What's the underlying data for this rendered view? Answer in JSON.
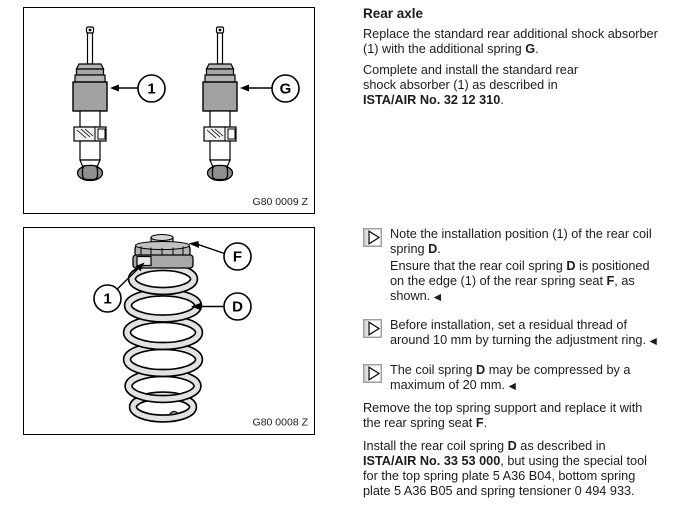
{
  "figures": {
    "fig1": {
      "caption": "G80 0009 Z",
      "label1": "1",
      "labelG": "G",
      "icon1": "shock-absorber-illustration",
      "icon2": "shock-absorber-illustration"
    },
    "fig2": {
      "caption": "G80 0008 Z",
      "labelF": "F",
      "label1": "1",
      "labelD": "D",
      "icon": "coil-spring-illustration"
    }
  },
  "icons": {
    "note": "instruction-arrow-icon"
  },
  "colors": {
    "line": "#000000",
    "sleeve_gray": "#a2a2a2",
    "spring_gray": "#e2e2e2",
    "text": "#1c1c1c"
  },
  "text": {
    "heading": "Rear axle",
    "para1": [
      {
        "t": "Replace the standard rear additional shock absorber"
      },
      {
        "br": true
      },
      {
        "t": "(1) with the additional spring "
      },
      {
        "t": "G",
        "b": true
      },
      {
        "t": "."
      }
    ],
    "para2": [
      {
        "t": "Complete and install the standard rear"
      },
      {
        "br": true
      },
      {
        "t": "shock absorber (1) as described in"
      },
      {
        "br": true
      },
      {
        "t": "ISTA/AIR No. 32 12 310",
        "b": true
      },
      {
        "t": "."
      }
    ],
    "note1": [
      {
        "t": "Note the installation position (1) of the rear coil"
      },
      {
        "br": true
      },
      {
        "t": "spring "
      },
      {
        "t": "D",
        "b": true
      },
      {
        "t": "."
      }
    ],
    "note1_sub": [
      {
        "t": "Ensure that the rear coil spring "
      },
      {
        "t": "D",
        "b": true
      },
      {
        "t": " is positioned"
      },
      {
        "br": true
      },
      {
        "t": "on the edge (1) of the rear spring seat "
      },
      {
        "t": "F",
        "b": true
      },
      {
        "t": ", as"
      },
      {
        "br": true
      },
      {
        "t": "shown. "
      },
      {
        "t": "◀",
        "c": "tri"
      }
    ],
    "note2": [
      {
        "t": "Before installation, set a residual thread of"
      },
      {
        "br": true
      },
      {
        "t": "around 10 mm by turning the adjustment ring. "
      },
      {
        "t": "◀",
        "c": "tri"
      }
    ],
    "note3": [
      {
        "t": "The coil spring "
      },
      {
        "t": "D",
        "b": true
      },
      {
        "t": " may be compressed by a"
      },
      {
        "br": true
      },
      {
        "t": "maximum of 20 mm. "
      },
      {
        "t": "◀",
        "c": "tri"
      }
    ],
    "para3": [
      {
        "t": "Remove the top spring support and replace it with"
      },
      {
        "br": true
      },
      {
        "t": "the rear spring seat "
      },
      {
        "t": "F",
        "b": true
      },
      {
        "t": "."
      }
    ],
    "para4": [
      {
        "t": "Install the rear coil spring "
      },
      {
        "t": "D",
        "b": true
      },
      {
        "t": " as described in"
      },
      {
        "br": true
      },
      {
        "t": "ISTA/AIR No. 33 53 000",
        "b": true
      },
      {
        "t": ", but using the special tool"
      },
      {
        "br": true
      },
      {
        "t": "for the top spring plate 5 A36 B04, bottom spring"
      },
      {
        "br": true
      },
      {
        "t": "plate 5 A36 B05 and spring tensioner 0 494 933."
      }
    ]
  }
}
